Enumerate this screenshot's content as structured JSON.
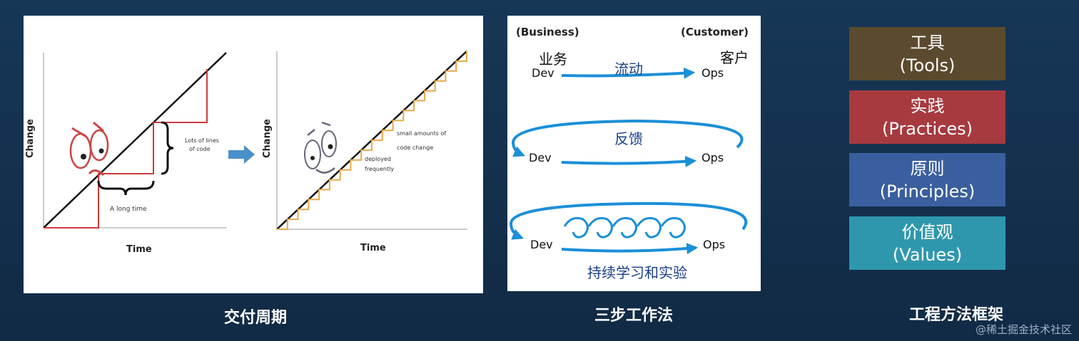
{
  "colors": {
    "background": "#163756",
    "step_line": "#cc3b3b",
    "step_line_small": "#e8a84a",
    "arrow_blue": "#1b8fd8",
    "tools": "#5b4a2e",
    "practices": "#a63a3f",
    "principles": "#3a5f9e",
    "values": "#2f97ad"
  },
  "delivery": {
    "caption": "交付周期",
    "left_chart": {
      "ylabel": "Change",
      "xlabel": "Time",
      "brace_vertical_label_line1": "Lots of lines",
      "brace_vertical_label_line2": "of code",
      "brace_horizontal_label": "A long time"
    },
    "right_chart": {
      "ylabel": "Change",
      "xlabel": "Time",
      "note1_line1": "small amounts of",
      "note1_line2": "code change",
      "note2_line1": "deployed",
      "note2_line2": "frequently"
    },
    "arrow_icon": "right-arrow-icon"
  },
  "three_ways": {
    "caption": "三步工作法",
    "business_label": "(Business)",
    "customer_label": "(Customer)",
    "business_cn": "业务",
    "customer_cn": "客户",
    "flow_label": "流动",
    "feedback_label": "反馈",
    "learning_label": "持续学习和实验",
    "dev": "Dev",
    "ops": "Ops"
  },
  "framework": {
    "caption": "工程方法框架",
    "boxes": [
      {
        "cn": "工具",
        "en": "(Tools)"
      },
      {
        "cn": "实践",
        "en": "(Practices)"
      },
      {
        "cn": "原则",
        "en": "(Principles)"
      },
      {
        "cn": "价值观",
        "en": "(Values)"
      }
    ]
  },
  "watermark": "@稀土掘金技术社区"
}
